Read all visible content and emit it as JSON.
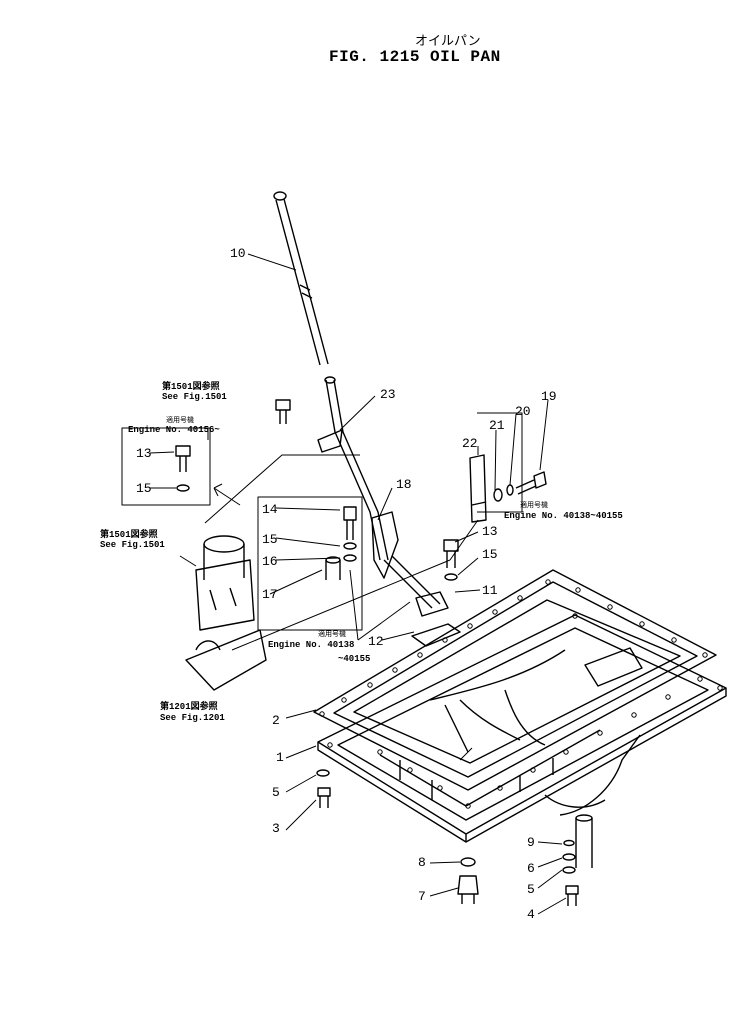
{
  "title_jp": "オイルパン",
  "title": "FIG. 1215  OIL PAN",
  "parts": [
    "1",
    "2",
    "3",
    "4",
    "5",
    "5",
    "6",
    "7",
    "8",
    "9",
    "10",
    "11",
    "12",
    "13",
    "13",
    "14",
    "15",
    "15",
    "15",
    "16",
    "17",
    "18",
    "19",
    "20",
    "21",
    "22",
    "23"
  ],
  "refs": {
    "fig1501_top": {
      "jp": "第1501図参照",
      "en": "See Fig.1501"
    },
    "fig1501_left": {
      "jp": "第1501図参照",
      "en": "See Fig.1501"
    },
    "fig1201": {
      "jp": "第1201図参照",
      "en": "See Fig.1201"
    }
  },
  "applicability": {
    "engine_40156": {
      "jp": "適用号機",
      "en": "Engine No. 40156~"
    },
    "engine_40138_right": {
      "jp": "適用号機",
      "en": "Engine No. 40138~40155"
    },
    "engine_40138_center": {
      "jp": "適用号機",
      "en": "Engine No. 40138",
      "en2": "~40155"
    }
  }
}
